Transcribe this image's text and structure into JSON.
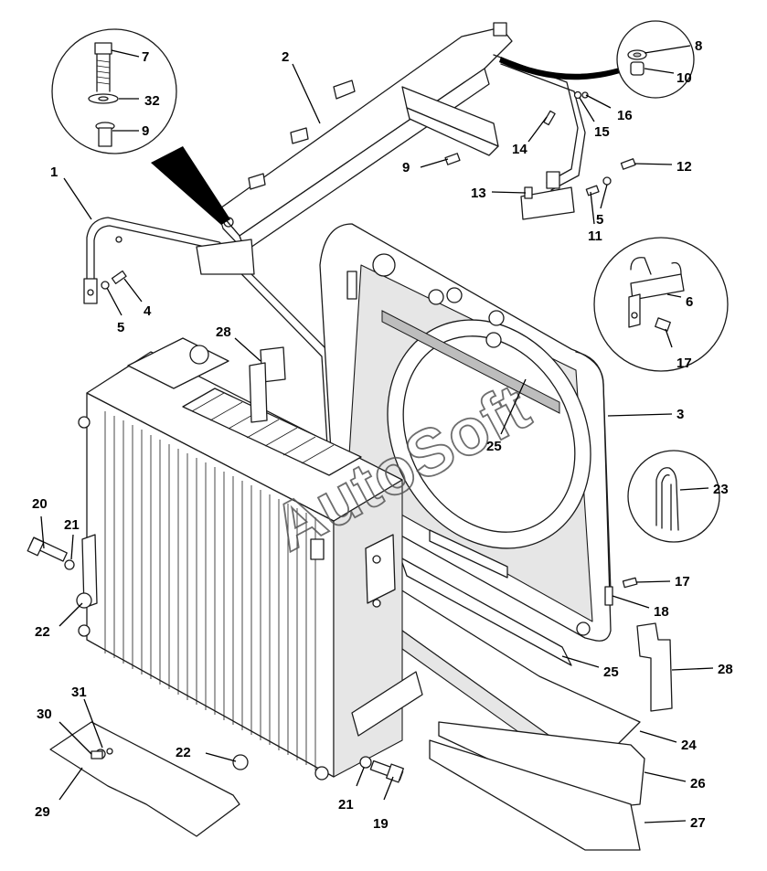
{
  "watermark": "AutoSoft",
  "callouts": {
    "c1": "1",
    "c2": "2",
    "c3": "3",
    "c4": "4",
    "c5a": "5",
    "c5b": "5",
    "c6": "6",
    "c7": "7",
    "c8": "8",
    "c9a": "9",
    "c9b": "9",
    "c10": "10",
    "c11": "11",
    "c12": "12",
    "c13": "13",
    "c14": "14",
    "c15": "15",
    "c16": "16",
    "c17a": "17",
    "c17b": "17",
    "c18": "18",
    "c19": "19",
    "c20": "20",
    "c21a": "21",
    "c21b": "21",
    "c22a": "22",
    "c22b": "22",
    "c23": "23",
    "c24": "24",
    "c25a": "25",
    "c25b": "25",
    "c26": "26",
    "c27": "27",
    "c28a": "28",
    "c28b": "28",
    "c29": "29",
    "c30": "30",
    "c31": "31",
    "c32": "32"
  }
}
